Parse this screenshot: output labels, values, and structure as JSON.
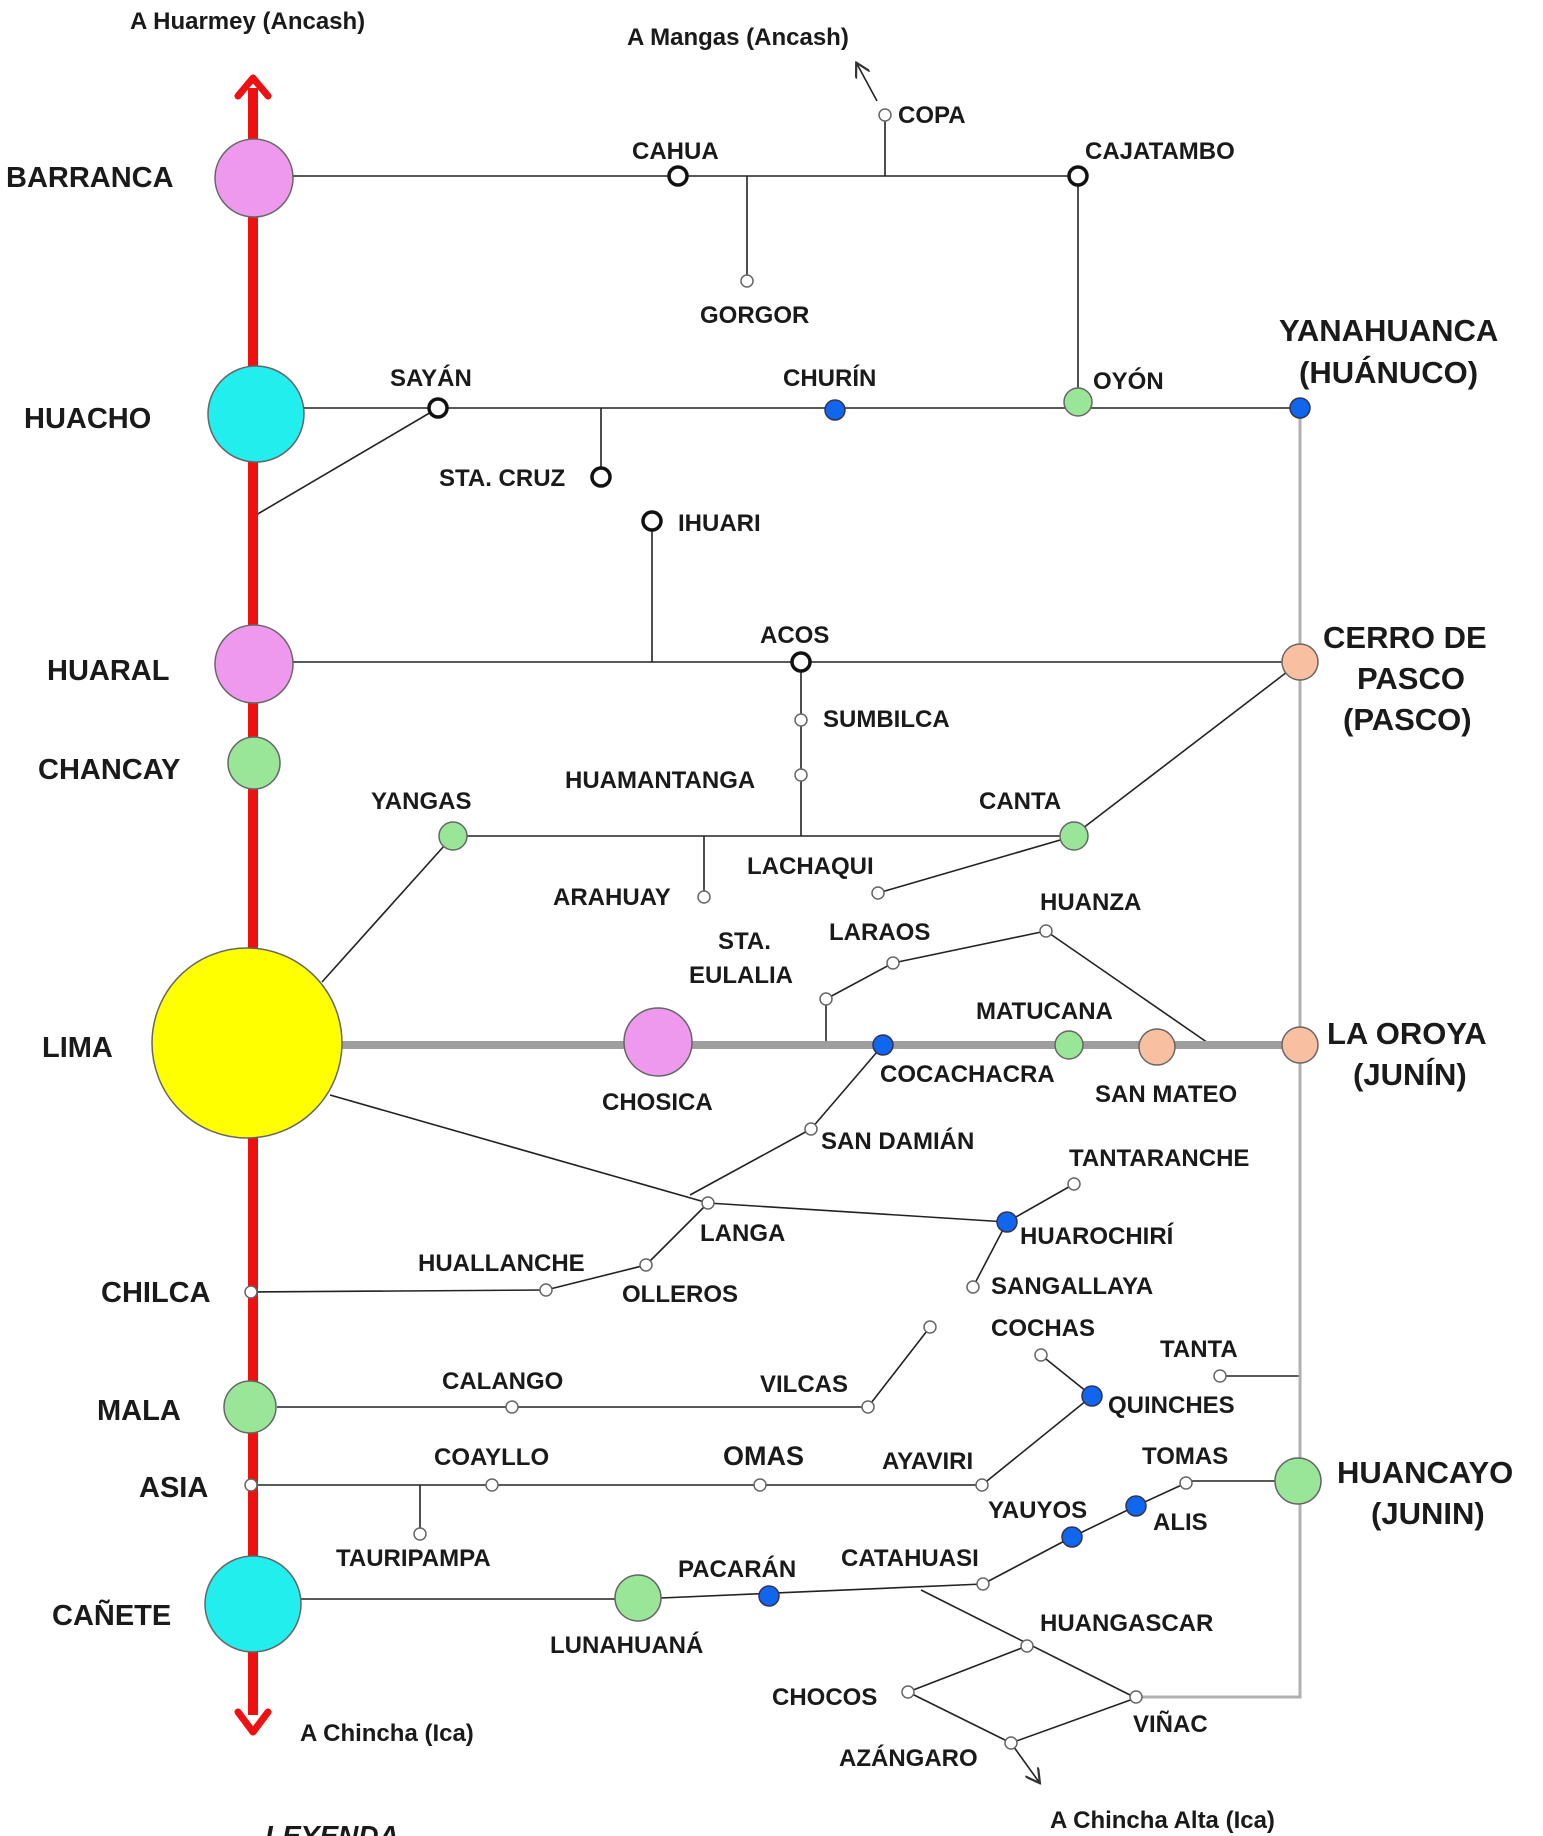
{
  "colors": {
    "coast_highway": "#ee1111",
    "central_highway": "#9e9e9e",
    "road": "#222222",
    "gray_road": "#b0b0b0",
    "magenta": "#ee99ee",
    "cyan": "#22eeee",
    "yellow": "#ffff00",
    "green": "#99e699",
    "peach": "#f8c0a0",
    "blue": "#1166ee",
    "white": "#ffffff"
  },
  "direction_labels": {
    "huarmey": "A Huarmey (Ancash)",
    "mangas": "A Mangas (Ancash)",
    "chincha": "A Chincha (Ica)",
    "chincha_alta": "A Chincha Alta (Ica)"
  },
  "legend_title": "LEYENDA",
  "places": {
    "barranca": "BARRANCA",
    "huacho": "HUACHO",
    "huaral": "HUARAL",
    "chancay": "CHANCAY",
    "lima": "LIMA",
    "chilca": "CHILCA",
    "mala": "MALA",
    "asia": "ASIA",
    "canete": "CAÑETE",
    "cahua": "CAHUA",
    "copa": "COPA",
    "cajatambo": "CAJATAMBO",
    "gorgor": "GORGOR",
    "sayan": "SAYÁN",
    "churin": "CHURÍN",
    "oyon": "OYÓN",
    "yanahuanca_1": "YANAHUANCA",
    "yanahuanca_2": "(HUÁNUCO)",
    "sta_cruz": "STA. CRUZ",
    "ihuari": "IHUARI",
    "acos": "ACOS",
    "cerro_1": "CERRO DE",
    "cerro_2": "PASCO",
    "cerro_3": "(PASCO)",
    "sumbilca": "SUMBILCA",
    "huamantanga": "HUAMANTANGA",
    "yangas": "YANGAS",
    "canta": "CANTA",
    "lachaqui": "LACHAQUI",
    "arahuay": "ARAHUAY",
    "huanza": "HUANZA",
    "laraos": "LARAOS",
    "sta_eulalia_1": "STA.",
    "sta_eulalia_2": "EULALIA",
    "matucana": "MATUCANA",
    "oroya_1": "LA OROYA",
    "oroya_2": "(JUNÍN)",
    "chosica": "CHOSICA",
    "cocachacra": "COCACHACRA",
    "san_mateo": "SAN MATEO",
    "san_damian": "SAN DAMIÁN",
    "tantaranche": "TANTARANCHE",
    "langa": "LANGA",
    "huarochiri": "HUAROCHIRÍ",
    "huallanche": "HUALLANCHE",
    "olleros": "OLLEROS",
    "sangallaya": "SANGALLAYA",
    "cochas": "COCHAS",
    "tanta": "TANTA",
    "calango": "CALANGO",
    "vilcas": "VILCAS",
    "quinches": "QUINCHES",
    "coayllo": "COAYLLO",
    "omas": "OMAS",
    "ayaviri": "AYAVIRI",
    "tomas": "TOMAS",
    "huancayo_1": "HUANCAYO",
    "huancayo_2": "(JUNIN)",
    "yauyos": "YAUYOS",
    "alis": "ALIS",
    "tauripampa": "TAURIPAMPA",
    "pacaran": "PACARÁN",
    "catahuasi": "CATAHUASI",
    "lunahuana": "LUNAHUANÁ",
    "huangascar": "HUANGASCAR",
    "chocos": "CHOCOS",
    "vinac": "VIÑAC",
    "azangaro": "AZÁNGARO"
  }
}
